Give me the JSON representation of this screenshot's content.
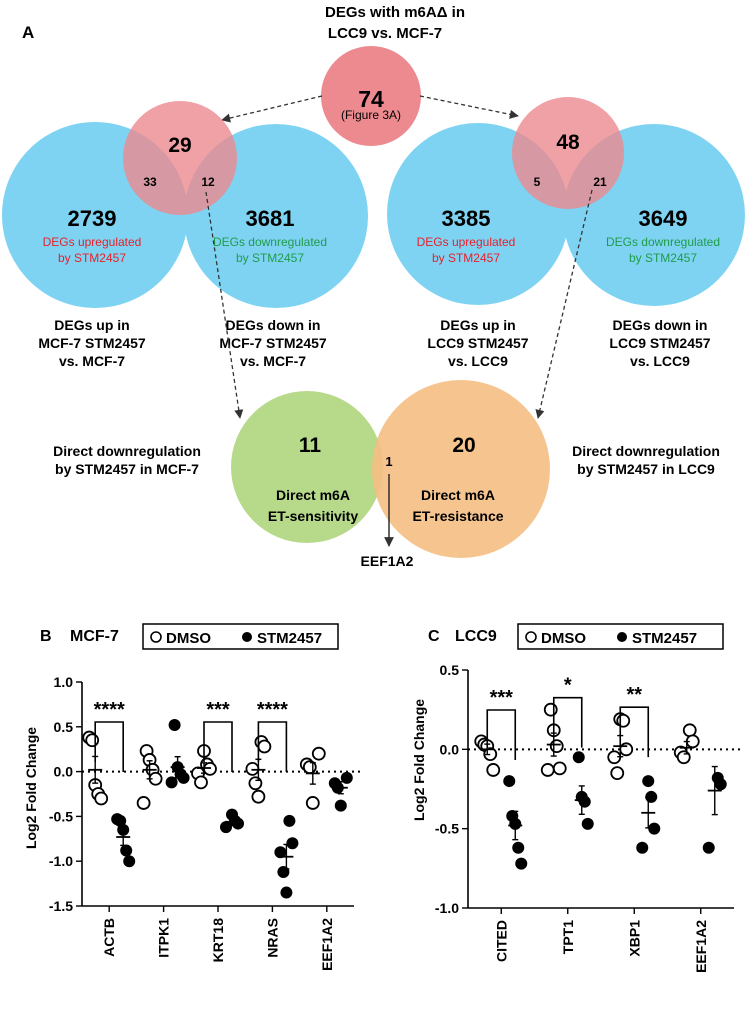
{
  "panel_a": {
    "letter": "A",
    "top_title_1": "DEGs with m6AΔ in",
    "top_title_2": "LCC9 vs. MCF-7",
    "top_count": "74",
    "top_ref": "(Figure 3A)",
    "left": {
      "pink_count": "29",
      "overlap_up": "33",
      "overlap_down": "12",
      "up_count": "2739",
      "up_label_1": "DEGs upregulated",
      "up_label_2": "by STM2457",
      "down_count": "3681",
      "down_label_1": "DEGs downregulated",
      "down_label_2": "by STM2457",
      "caption_up": [
        "DEGs up in",
        "MCF-7 STM2457",
        "vs. MCF-7"
      ],
      "caption_down": [
        "DEGs down in",
        "MCF-7 STM2457",
        "vs. MCF-7"
      ]
    },
    "right": {
      "pink_count": "48",
      "overlap_up": "5",
      "overlap_down": "21",
      "up_count": "3385",
      "up_label_1": "DEGs upregulated",
      "up_label_2": "by STM2457",
      "down_count": "3649",
      "down_label_1": "DEGs downregulated",
      "down_label_2": "by STM2457",
      "caption_up": [
        "DEGs up in",
        "LCC9 STM2457",
        "vs. LCC9"
      ],
      "caption_down": [
        "DEGs down in",
        "LCC9 STM2457",
        "vs. LCC9"
      ]
    },
    "bottom": {
      "left_label": [
        "Direct downregulation",
        "by STM2457 in MCF-7"
      ],
      "right_label": [
        "Direct downregulation",
        "by STM2457 in LCC9"
      ],
      "green_count": "11",
      "green_text": [
        "Direct m6A",
        "ET-sensitivity"
      ],
      "orange_count": "20",
      "orange_text": [
        "Direct m6A",
        "ET-resistance"
      ],
      "overlap_count": "1",
      "gene": "EEF1A2"
    },
    "colors": {
      "pink": "#ec8a8f",
      "blue": "#7fd3f2",
      "green": "#b6d98a",
      "orange": "#f5be83",
      "red_text": "#e8202a",
      "green_text": "#1f9c4a"
    }
  },
  "chart_data": [
    {
      "type": "scatter",
      "panel": "B",
      "title": "MCF-7",
      "ylabel": "Log2 Fold Change",
      "ylim": [
        -1.5,
        1.0
      ],
      "yticks": [
        "1.0",
        "0.5",
        "0.0",
        "-0.5",
        "-1.0",
        "-1.5"
      ],
      "categories": [
        "ACTB",
        "ITPK1",
        "KRT18",
        "NRAS",
        "EEF1A2"
      ],
      "legend": [
        "DMSO",
        "STM2457"
      ],
      "significance": [
        "****",
        "",
        "***",
        "****",
        ""
      ],
      "series": [
        {
          "name": "DMSO",
          "points": [
            [
              0.38,
              0.35,
              -0.15,
              -0.25,
              -0.3
            ],
            [
              0.23,
              0.13,
              0.02,
              -0.08,
              -0.35
            ],
            [
              0.23,
              0.08,
              0.03,
              -0.02,
              -0.12
            ],
            [
              0.33,
              0.28,
              0.03,
              -0.13,
              -0.28
            ],
            [
              0.2,
              0.08,
              0.05,
              -0.35
            ]
          ],
          "means": [
            0.02,
            0.02,
            0.04,
            0.02,
            -0.02
          ]
        },
        {
          "name": "STM2457",
          "points": [
            [
              -0.53,
              -0.55,
              -0.65,
              -0.88,
              -1.0
            ],
            [
              0.52,
              0.05,
              -0.03,
              -0.07,
              -0.12
            ],
            [
              -0.48,
              -0.55,
              -0.58,
              -0.62
            ],
            [
              -0.55,
              -0.8,
              -0.9,
              -1.12,
              -1.35
            ],
            [
              -0.07,
              -0.13,
              -0.18,
              -0.38
            ]
          ],
          "means": [
            -0.73,
            0.05,
            -0.56,
            -0.95,
            -0.18
          ]
        }
      ]
    },
    {
      "type": "scatter",
      "panel": "C",
      "title": "LCC9",
      "ylabel": "Log2 Fold Change",
      "ylim": [
        -1.0,
        0.5
      ],
      "yticks": [
        "0.5",
        "0.0",
        "-0.5",
        "-1.0"
      ],
      "categories": [
        "CITED",
        "TPT1",
        "XBP1",
        "EEF1A2"
      ],
      "legend": [
        "DMSO",
        "STM2457"
      ],
      "significance": [
        "***",
        "*",
        "**",
        ""
      ],
      "series": [
        {
          "name": "DMSO",
          "points": [
            [
              0.05,
              0.03,
              0.02,
              -0.03,
              -0.13
            ],
            [
              0.25,
              0.12,
              0.02,
              -0.12,
              -0.13
            ],
            [
              0.19,
              0.18,
              0.0,
              -0.05,
              -0.15
            ],
            [
              0.12,
              0.05,
              -0.02,
              -0.05
            ]
          ],
          "means": [
            0.0,
            0.03,
            0.02,
            0.01
          ]
        },
        {
          "name": "STM2457",
          "points": [
            [
              -0.2,
              -0.42,
              -0.47,
              -0.62,
              -0.72
            ],
            [
              -0.05,
              -0.3,
              -0.33,
              -0.47
            ],
            [
              -0.2,
              -0.3,
              -0.5,
              -0.62
            ],
            [
              -0.18,
              -0.22,
              -0.62
            ]
          ],
          "means": [
            -0.48,
            -0.32,
            -0.4,
            -0.26
          ]
        }
      ]
    }
  ]
}
